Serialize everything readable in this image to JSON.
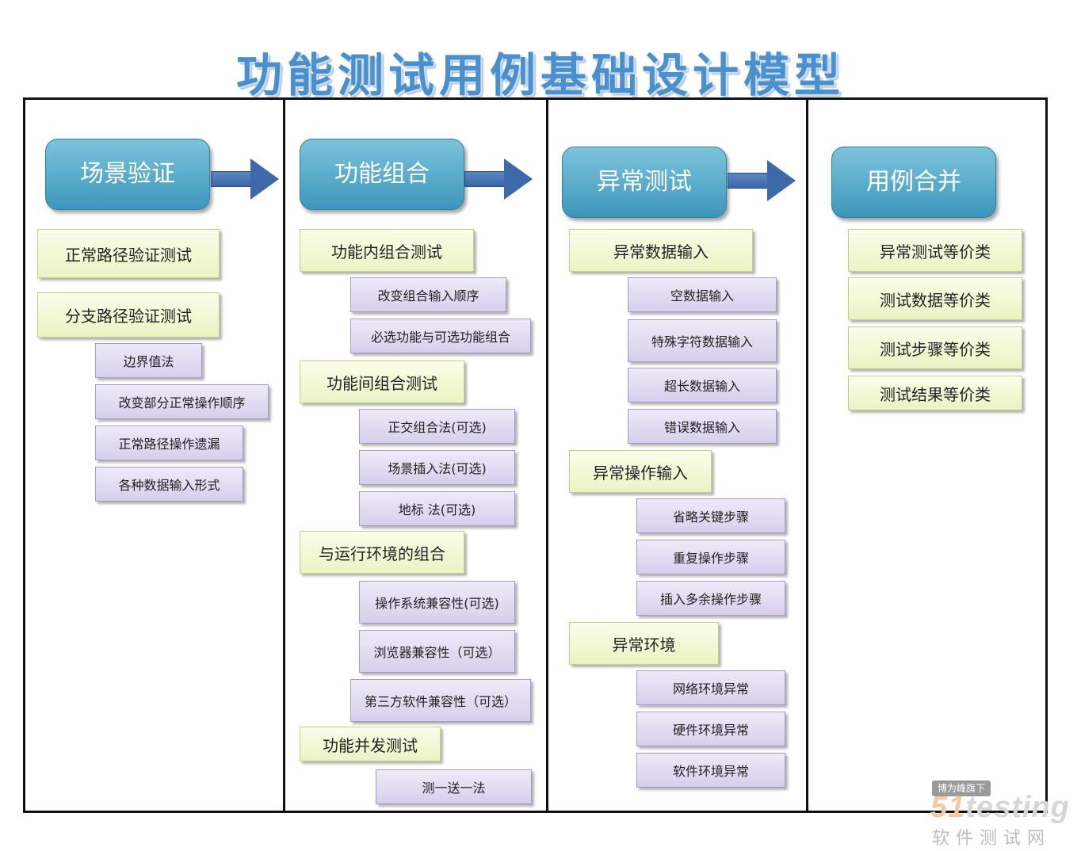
{
  "title": "功能测试用例基础设计模型",
  "columns": [
    {
      "header": "场景验证",
      "items": [
        "正常路径验证测试",
        "分支路径验证测试"
      ],
      "sub_items": [
        "边界值法",
        "改变部分正常操作顺序",
        "正常路径操作遗漏",
        "各种数据输入形式"
      ]
    },
    {
      "header": "功能组合",
      "groups": [
        {
          "label": "功能内组合测试",
          "subs": [
            "改变组合输入顺序",
            "必选功能与可选功能组合"
          ]
        },
        {
          "label": "功能间组合测试",
          "subs": [
            "正交组合法(可选)",
            "场景插入法(可选)",
            "地标 法(可选)"
          ]
        },
        {
          "label": "与运行环境的组合",
          "subs": [
            "操作系统兼容性(可选)",
            "浏览器兼容性（可选）",
            "第三方软件兼容性（可选）"
          ]
        },
        {
          "label": "功能并发测试",
          "subs": [
            "测一送一法"
          ]
        }
      ]
    },
    {
      "header": "异常测试",
      "groups": [
        {
          "label": "异常数据输入",
          "subs": [
            "空数据输入",
            "特殊字符数据输入",
            "超长数据输入",
            "错误数据输入"
          ]
        },
        {
          "label": "异常操作输入",
          "subs": [
            "省略关键步骤",
            "重复操作步骤",
            "插入多余操作步骤"
          ]
        },
        {
          "label": "异常环境",
          "subs": [
            "网络环境异常",
            "硬件环境异常",
            "软件环境异常"
          ]
        }
      ]
    },
    {
      "header": "用例合并",
      "items": [
        "异常测试等价类",
        "测试数据等价类",
        "测试步骤等价类",
        "测试结果等价类"
      ]
    }
  ],
  "watermark": {
    "tag": "博为峰旗下",
    "logo_num": "51",
    "logo_text": "testing",
    "sub": "软件测试网"
  }
}
